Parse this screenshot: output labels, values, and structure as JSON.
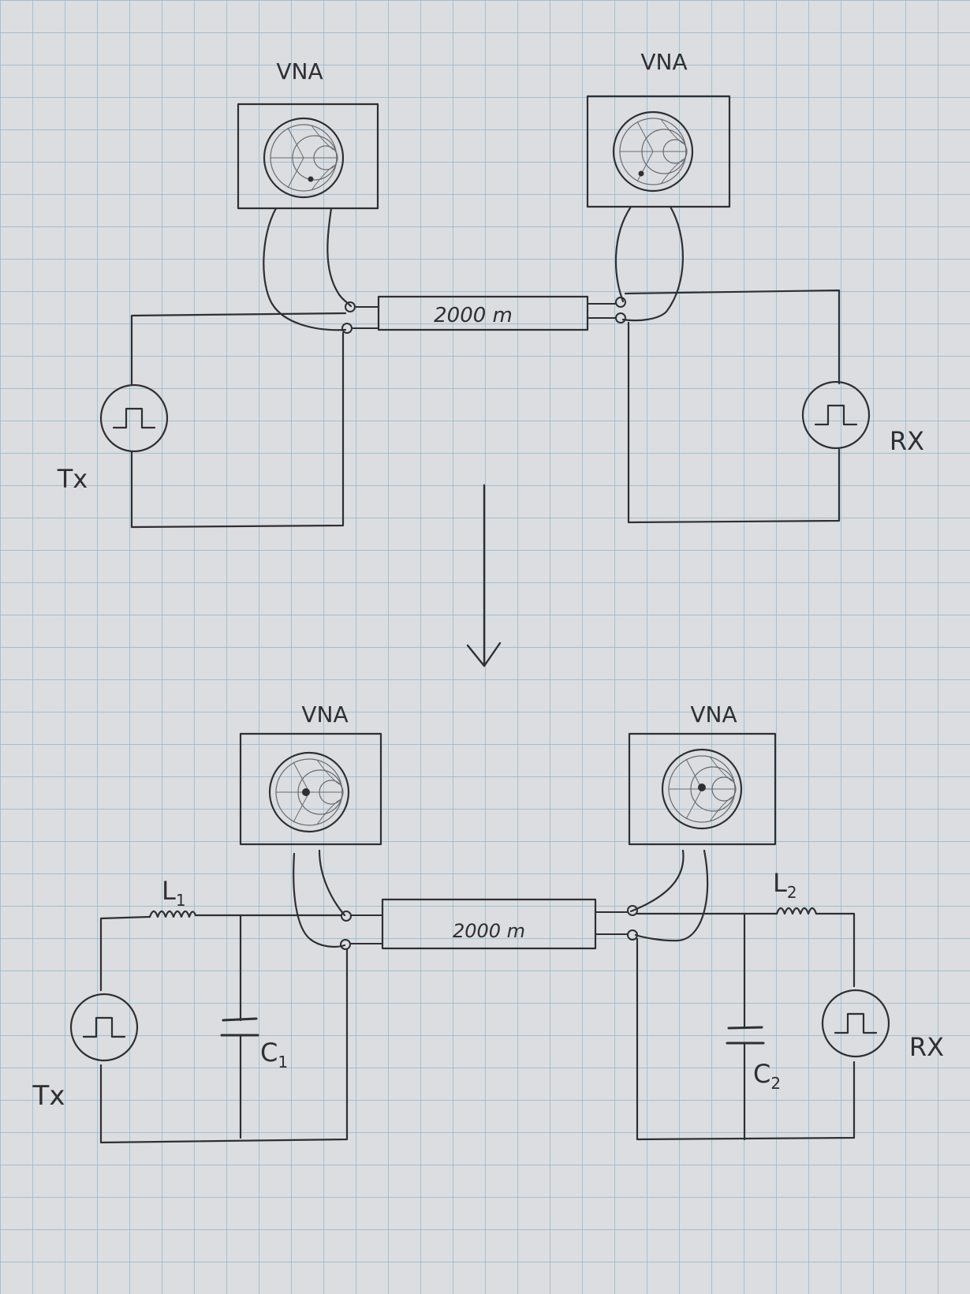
{
  "top": {
    "vna_left_label": "VNA",
    "vna_right_label": "VNA",
    "cable_label": "2000 m",
    "tx_label": "Tx",
    "rx_label": "RX"
  },
  "bottom": {
    "vna_left_label": "VNA",
    "vna_right_label": "VNA",
    "cable_label": "2000 m",
    "tx_label": "Tx",
    "rx_label": "RX",
    "inductor_left_label": "L",
    "inductor_left_sub": "1",
    "inductor_right_label": "L",
    "inductor_right_sub": "2",
    "capacitor_left_label": "C",
    "capacitor_left_sub": "1",
    "capacitor_right_label": "C",
    "capacitor_right_sub": "2"
  },
  "colors": {
    "paper": "#dcdde0",
    "grid": "#8fb3c9",
    "ink": "#2f2f33"
  }
}
